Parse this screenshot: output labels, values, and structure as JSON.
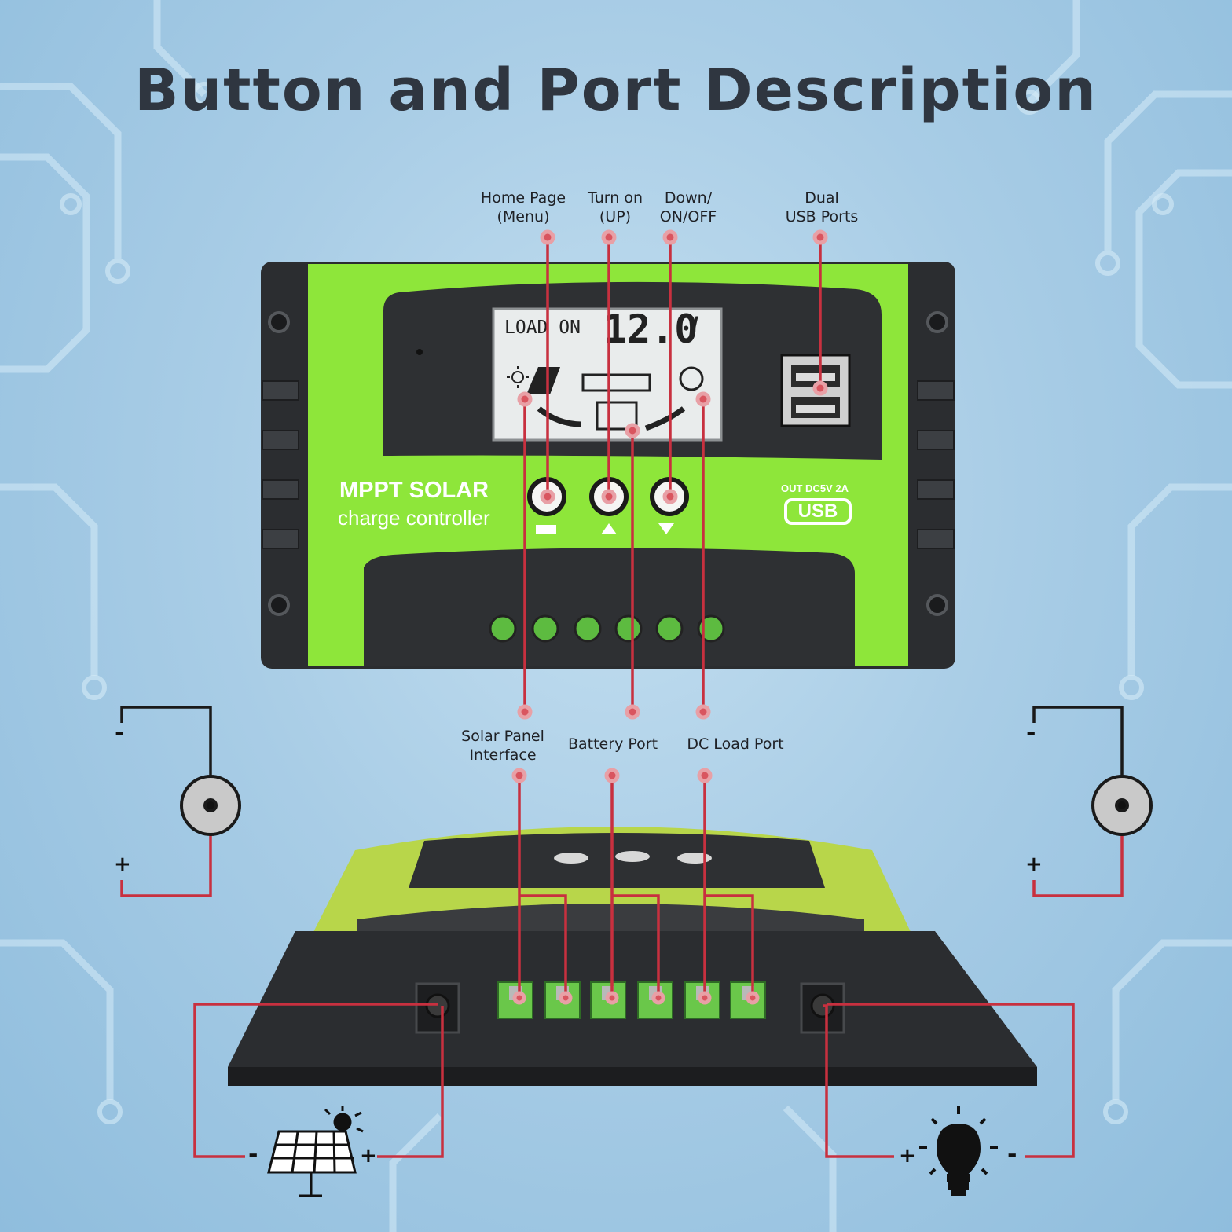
{
  "title": "Button and Port Description",
  "callouts": {
    "home_page": [
      "Home Page",
      "(Menu)"
    ],
    "turn_on": [
      "Turn on",
      "(UP)"
    ],
    "down": [
      "Down/",
      "ON/OFF"
    ],
    "usb": [
      "Dual",
      "USB Ports"
    ],
    "solar": [
      "Solar Panel",
      "Interface"
    ],
    "battery": [
      "Battery Port"
    ],
    "dc_load": [
      "DC Load Port"
    ]
  },
  "device": {
    "brand_line1": "MPPT SOLAR",
    "brand_line2": "charge controller",
    "lcd_status": "LOAD ON",
    "lcd_value": "12.0",
    "lcd_unit": "V",
    "usb_spec": "OUT DC5V 2A",
    "usb_logo": "USB"
  },
  "polarity": {
    "minus": "-",
    "plus": "+"
  },
  "icons": [
    "solar-panel-icon",
    "light-bulb-icon",
    "sun-icon",
    "battery-icon",
    "usb-icon"
  ],
  "colors": {
    "device_green": "#8ee63a",
    "device_body": "#2b2d30",
    "wire_red": "#c8303f",
    "wire_black": "#1a1a1a",
    "title": "#2f3640"
  }
}
